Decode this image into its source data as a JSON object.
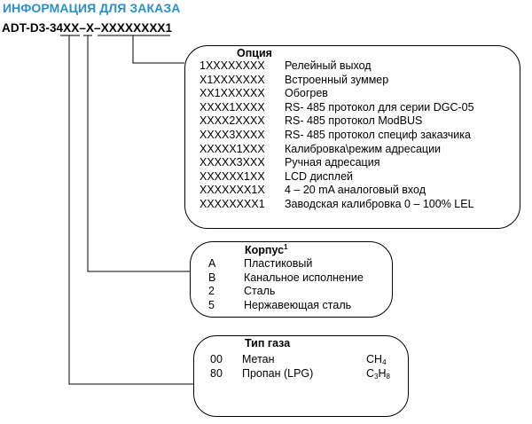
{
  "header": {
    "title": "ИНФОРМАЦИЯ ДЛЯ ЗАКАЗА",
    "model_code": "ADT-D3-34XX–X–XXXXXXXX1"
  },
  "options_box": {
    "heading": "Опция",
    "rows": [
      {
        "code": "1XXXXXXXX",
        "label": "Релейный выход"
      },
      {
        "code": "X1XXXXXXX",
        "label": "Встроенный зуммер"
      },
      {
        "code": "XX1XXXXXX",
        "label": "Обогрев"
      },
      {
        "code": "XXXX1XXXX",
        "label": "RS- 485 протокол для серии DGC-05"
      },
      {
        "code": "XXXX2XXXX",
        "label": "RS- 485 протокол ModBUS"
      },
      {
        "code": "XXXX3XXXX",
        "label": "RS- 485 протокол специф заказчика"
      },
      {
        "code": "XXXXX1XXX",
        "label": "Калибровка\\режим адресации"
      },
      {
        "code": "XXXXX3XXX",
        "label": "Ручная адресация"
      },
      {
        "code": "XXXXXX1XX",
        "label": "LCD дисплей"
      },
      {
        "code": "XXXXXXX1X",
        "label": "4 – 20 mA аналоговый вход"
      },
      {
        "code": "XXXXXXXX1",
        "label": "Заводская калибровка 0 – 100% LEL"
      }
    ]
  },
  "housing_box": {
    "heading": "Корпус",
    "heading_footnote": "1",
    "rows": [
      {
        "code": "A",
        "label": "Пластиковый"
      },
      {
        "code": "B",
        "label": "Канальное исполнение"
      },
      {
        "code": "2",
        "label": "Сталь"
      },
      {
        "code": "5",
        "label": "Нержавеющая сталь"
      }
    ]
  },
  "gas_box": {
    "heading": "Тип газа",
    "rows": [
      {
        "code": "00",
        "label": "Метан"
      },
      {
        "code": "80",
        "label": "Пропан (LPG)"
      }
    ],
    "formulas": [
      {
        "parts": [
          {
            "t": "CH"
          },
          {
            "sub": "4"
          }
        ]
      },
      {
        "parts": [
          {
            "t": "C"
          },
          {
            "sub": "3"
          },
          {
            "t": "H"
          },
          {
            "sub": "8"
          }
        ]
      }
    ]
  },
  "colors": {
    "title": "#2a8fc6",
    "lines": "#000000"
  }
}
